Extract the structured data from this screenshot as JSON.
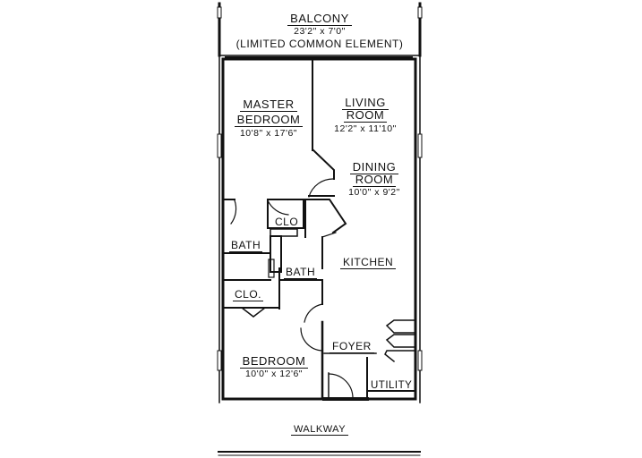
{
  "floorplan": {
    "balcony": {
      "name": "BALCONY",
      "dimensions": "23'2\" x 7'0\"",
      "note": "(LIMITED COMMON ELEMENT)"
    },
    "rooms": [
      {
        "id": "master-bedroom",
        "name_line1": "MASTER",
        "name_line2": "BEDROOM",
        "dimensions": "10'8\" x 17'6\""
      },
      {
        "id": "living-room",
        "name_line1": "LIVING",
        "name_line2": "ROOM",
        "dimensions": "12'2\" x 11'10\""
      },
      {
        "id": "dining-room",
        "name_line1": "DINING",
        "name_line2": "ROOM",
        "dimensions": "10'0\" x 9'2\""
      },
      {
        "id": "closet-1",
        "name_line1": "CLO"
      },
      {
        "id": "bath-1",
        "name_line1": "BATH"
      },
      {
        "id": "bath-2",
        "name_line1": "BATH"
      },
      {
        "id": "kitchen",
        "name_line1": "KITCHEN"
      },
      {
        "id": "closet-2",
        "name_line1": "CLO."
      },
      {
        "id": "foyer",
        "name_line1": "FOYER"
      },
      {
        "id": "bedroom",
        "name_line1": "BEDROOM",
        "dimensions": "10'0\" x 12'6\""
      },
      {
        "id": "utility",
        "name_line1": "UTILITY"
      }
    ],
    "walkway": "WALKWAY"
  }
}
